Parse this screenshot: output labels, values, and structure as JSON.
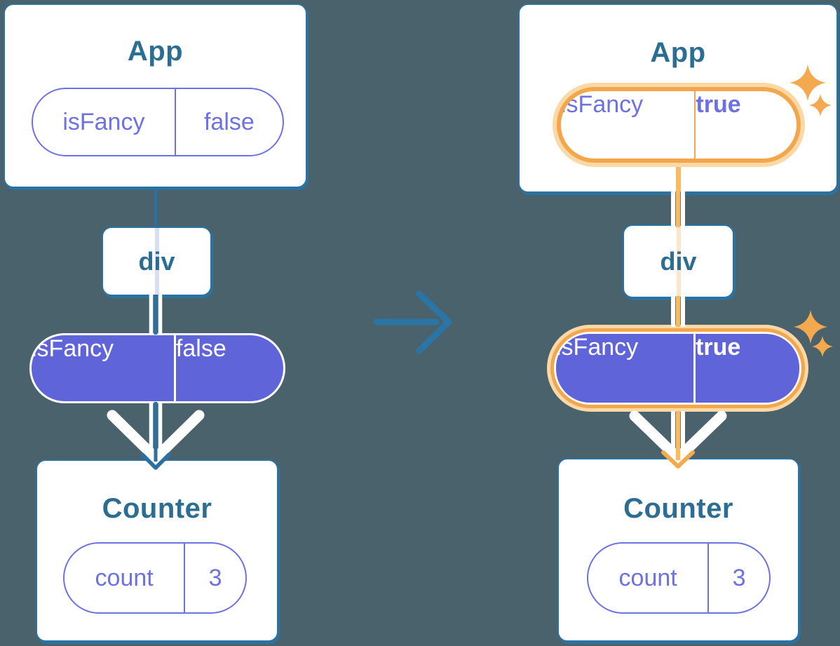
{
  "colors": {
    "background": "#4a626c",
    "card_fill": "#ffffff",
    "card_border": "#2b72a1",
    "heading_text": "#2b6d93",
    "tree_edge_blue": "#2b70a0",
    "prop_pill_purple_fill": "#5f64d9",
    "prop_text_purple": "#6d71e2",
    "highlight_orange": "#f3a64c",
    "highlight_halo": "#fbd9a6",
    "sparkle_orange": "#f4a94e",
    "ghost_line_blue": "#d9dff2",
    "ghost_line_orange": "#fbe8cc"
  },
  "before_tree": {
    "app": {
      "title": "App"
    },
    "app_prop_pill": {
      "name": "isFancy",
      "value": "false"
    },
    "div": {
      "label": "div"
    },
    "passed_prop_pill": {
      "name": "isFancy",
      "value": "false"
    },
    "counter": {
      "title": "Counter"
    },
    "state_pill": {
      "name": "count",
      "value": "3"
    }
  },
  "after_tree": {
    "app": {
      "title": "App"
    },
    "app_prop_pill": {
      "name": "isFancy",
      "value": "true"
    },
    "div": {
      "label": "div"
    },
    "passed_prop_pill": {
      "name": "isFancy",
      "value": "true"
    },
    "counter": {
      "title": "Counter"
    },
    "state_pill": {
      "name": "count",
      "value": "3"
    }
  }
}
